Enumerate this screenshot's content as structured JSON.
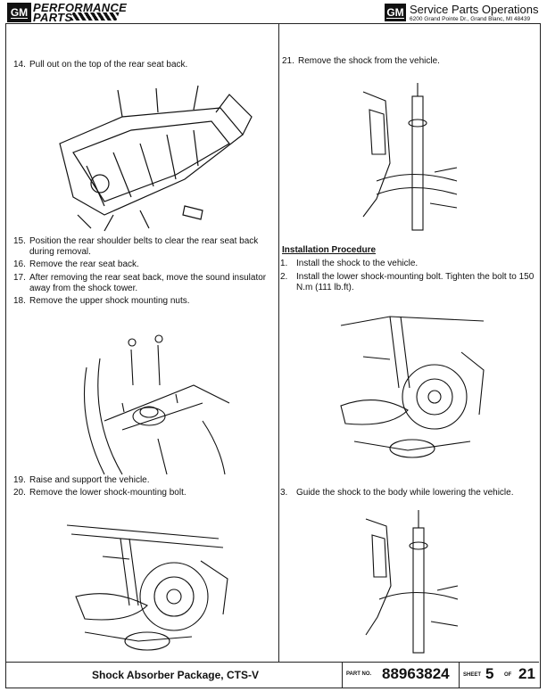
{
  "header": {
    "logo_left": "GM",
    "brand_line1": "PERFORMANCE",
    "brand_line2": "PARTS",
    "logo_right": "GM",
    "org_name": "Service Parts Operations",
    "address": "6200 Grand Pointe Dr., Grand Blanc, MI 48439"
  },
  "left_steps": [
    {
      "num": "14.",
      "text": "Pull out on the top of the rear seat back."
    },
    {
      "num": "15.",
      "text": "Position the rear shoulder belts to clear the rear seat back during removal."
    },
    {
      "num": "16.",
      "text": "Remove the rear seat back."
    },
    {
      "num": "17.",
      "text": "After removing the rear seat back, move the sound insulator away from the shock tower."
    },
    {
      "num": "18.",
      "text": "Remove the upper shock mounting nuts."
    },
    {
      "num": "19.",
      "text": "Raise and support the vehicle."
    },
    {
      "num": "20.",
      "text": "Remove the lower shock-mounting bolt."
    }
  ],
  "right_steps": {
    "removal": {
      "num": "21.",
      "text": "Remove the shock from the vehicle."
    },
    "installation_heading": "Installation Procedure",
    "install": [
      {
        "num": "1.",
        "text": "Install the shock to the vehicle."
      },
      {
        "num": "2.",
        "text": "Install the lower shock-mounting bolt. Tighten the bolt to 150 N.m (111 lb.ft)."
      },
      {
        "num": "3.",
        "text": "Guide the shock to the body while lowering the vehicle."
      }
    ]
  },
  "footer": {
    "title": "Shock Absorber Package, CTS-V",
    "part_no_label": "PART NO.",
    "part_no": "88963824",
    "sheet_label": "SHEET",
    "sheet": "5",
    "of_label": "OF",
    "total": "21"
  }
}
